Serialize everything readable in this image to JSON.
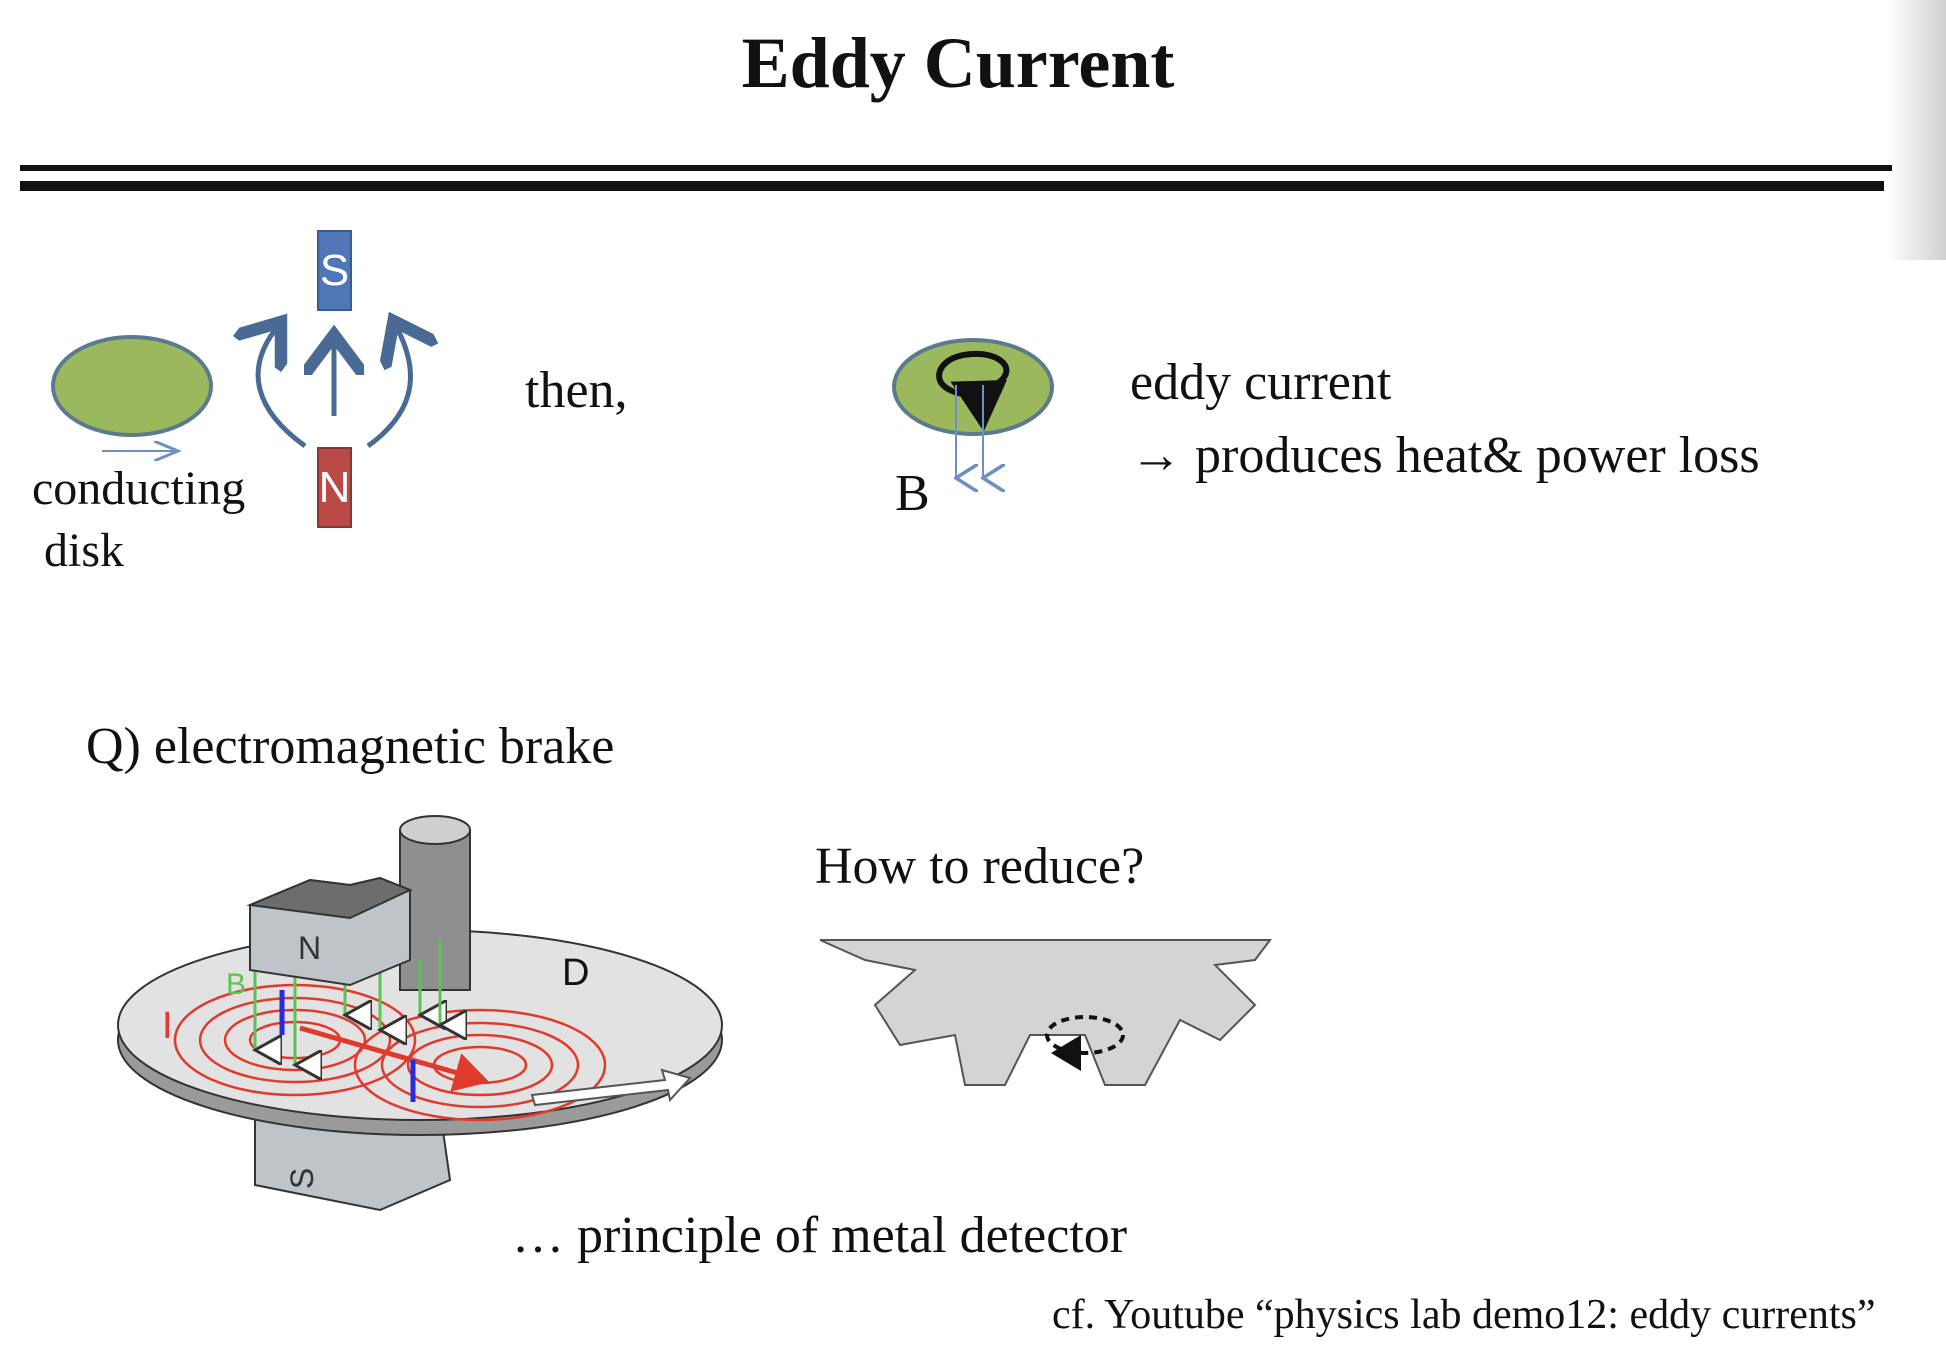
{
  "title": "Eddy Current",
  "top": {
    "disk_label_line1": "conducting",
    "disk_label_line2": "disk",
    "magnet_north": "N",
    "magnet_south": "S",
    "then_text": "then,",
    "field_label": "B",
    "eddy_line1": "eddy current",
    "eddy_line2": "→ produces heat& power loss"
  },
  "bottom": {
    "question": "Q) electromagnetic brake",
    "brake_labels": {
      "north": "N",
      "south": "S",
      "field": "B",
      "current": "I",
      "disk": "D"
    },
    "reduce_question": "How to reduce?",
    "metal_detector": "… principle of  metal detector",
    "reference": "cf. Youtube “physics lab demo12: eddy currents”"
  },
  "colors": {
    "disk_fill": "#9bb85c",
    "disk_stroke": "#5a7a8e",
    "north_fill": "#b94a48",
    "south_fill": "#4f76b7",
    "arrow": "#4a6a96",
    "eddy_red": "#e03a2c",
    "field_green": "#5cc254",
    "plate_gray": "#d8d8d8"
  }
}
